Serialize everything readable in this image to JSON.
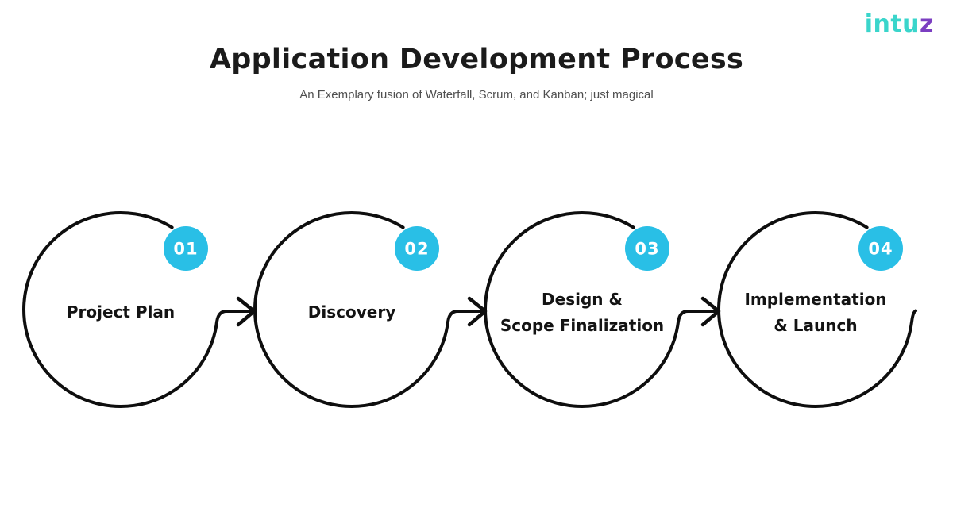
{
  "brand": {
    "name": "intuz",
    "text_main": "intu",
    "text_accent": "z"
  },
  "header": {
    "title": "Application Development Process",
    "subtitle": "An Exemplary fusion of Waterfall, Scrum, and Kanban; just magical"
  },
  "steps": [
    {
      "number": "01",
      "label": "Project Plan",
      "lines": [
        "Project Plan"
      ]
    },
    {
      "number": "02",
      "label": "Discovery",
      "lines": [
        "Discovery"
      ]
    },
    {
      "number": "03",
      "label": "Design & Scope Finalization",
      "lines": [
        "Design &",
        "Scope Finalization"
      ]
    },
    {
      "number": "04",
      "label": "Implementation & Launch",
      "lines": [
        "Implementation",
        "& Launch"
      ]
    }
  ],
  "colors": {
    "background": "#FFFFFF",
    "stroke": "#0E0E0E",
    "badge": "#29BFE6",
    "badge_text": "#FFFFFF",
    "title": "#1B1B1B",
    "subtitle": "#4F4F4F",
    "label": "#131313",
    "logo_teal": "#3AD5CB",
    "logo_purple": "#7B3EC1"
  }
}
